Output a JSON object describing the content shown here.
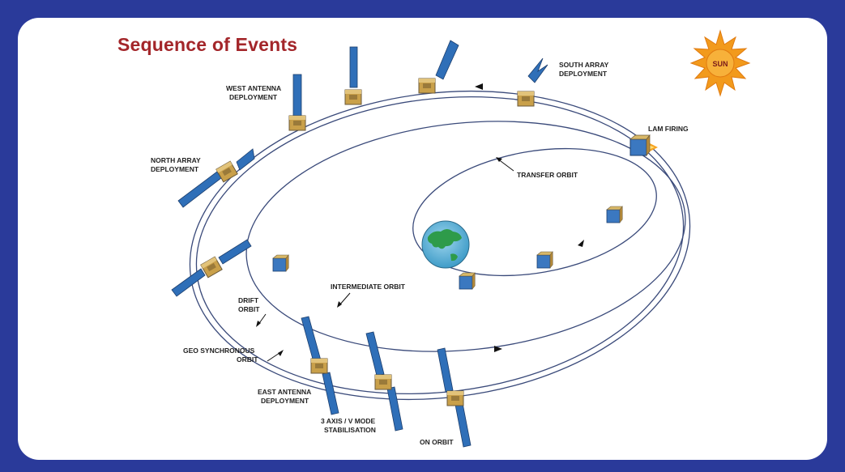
{
  "title": "Sequence of Events",
  "sun_label": "SUN",
  "labels": {
    "south_array_1": "SOUTH  ARRAY",
    "south_array_2": "DEPLOYMENT",
    "west_antenna_1": "WEST ANTENNA",
    "west_antenna_2": "DEPLOYMENT",
    "north_array_1": "NORTH ARRAY",
    "north_array_2": "DEPLOYMENT",
    "lam_firing": "LAM FIRING",
    "transfer_orbit": "TRANSFER ORBIT",
    "intermediate_orbit": "INTERMEDIATE ORBIT",
    "drift_orbit_1": "DRIFT",
    "drift_orbit_2": "ORBIT",
    "geo_sync_1": "GEO SYNCHRONOUS",
    "geo_sync_2": "ORBIT",
    "east_antenna_1": "EAST ANTENNA",
    "east_antenna_2": "DEPLOYMENT",
    "stabilisation_1": "3 AXIS / V MODE",
    "stabilisation_2": "STABILISATION",
    "on_orbit": "ON ORBIT"
  },
  "colors": {
    "frame": "#2a3a9a",
    "title": "#a3262a",
    "orbit_line": "#3a4a7a",
    "sun": "#f29a1c",
    "panel_blue": "#2f6fb8",
    "body_gold": "#c9a04a",
    "earth_ocean": "#5fb3d8",
    "earth_land": "#2e9b4a"
  }
}
